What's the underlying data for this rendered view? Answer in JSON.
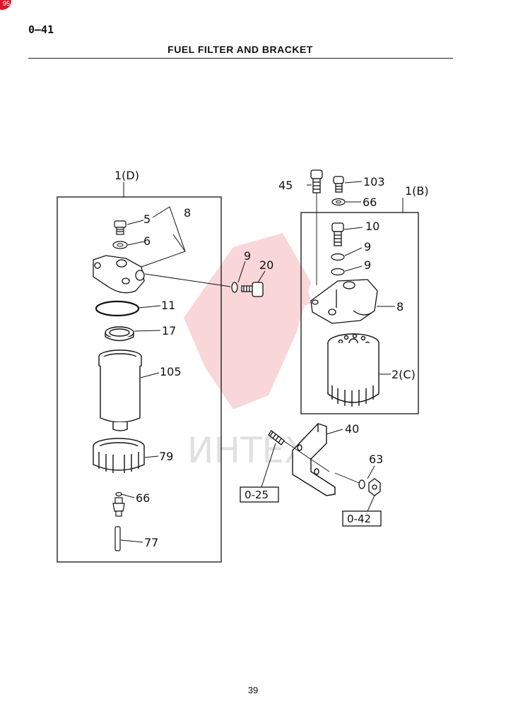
{
  "page": {
    "corner_mark": "95",
    "section_code": "0—41",
    "title": "FUEL FILTER AND BRACKET",
    "page_number": "39",
    "watermark_text": "ИНТЕХ"
  },
  "assemblies": {
    "left": "1(D)",
    "right": "1(B)"
  },
  "callouts": {
    "c5": "5",
    "c6": "6",
    "c8_left": "8",
    "c9_mid": "9",
    "c20": "20",
    "c11": "11",
    "c17": "17",
    "c105": "105",
    "c79": "79",
    "c66_left": "66",
    "c77": "77",
    "c45": "45",
    "c103": "103",
    "c66_right": "66",
    "c10": "10",
    "c9_r1": "9",
    "c9_r2": "9",
    "c8_right": "8",
    "c2c": "2(C)",
    "c40": "40",
    "c63": "63"
  },
  "references": {
    "ref_a": "0-25",
    "ref_b": "0-42"
  }
}
